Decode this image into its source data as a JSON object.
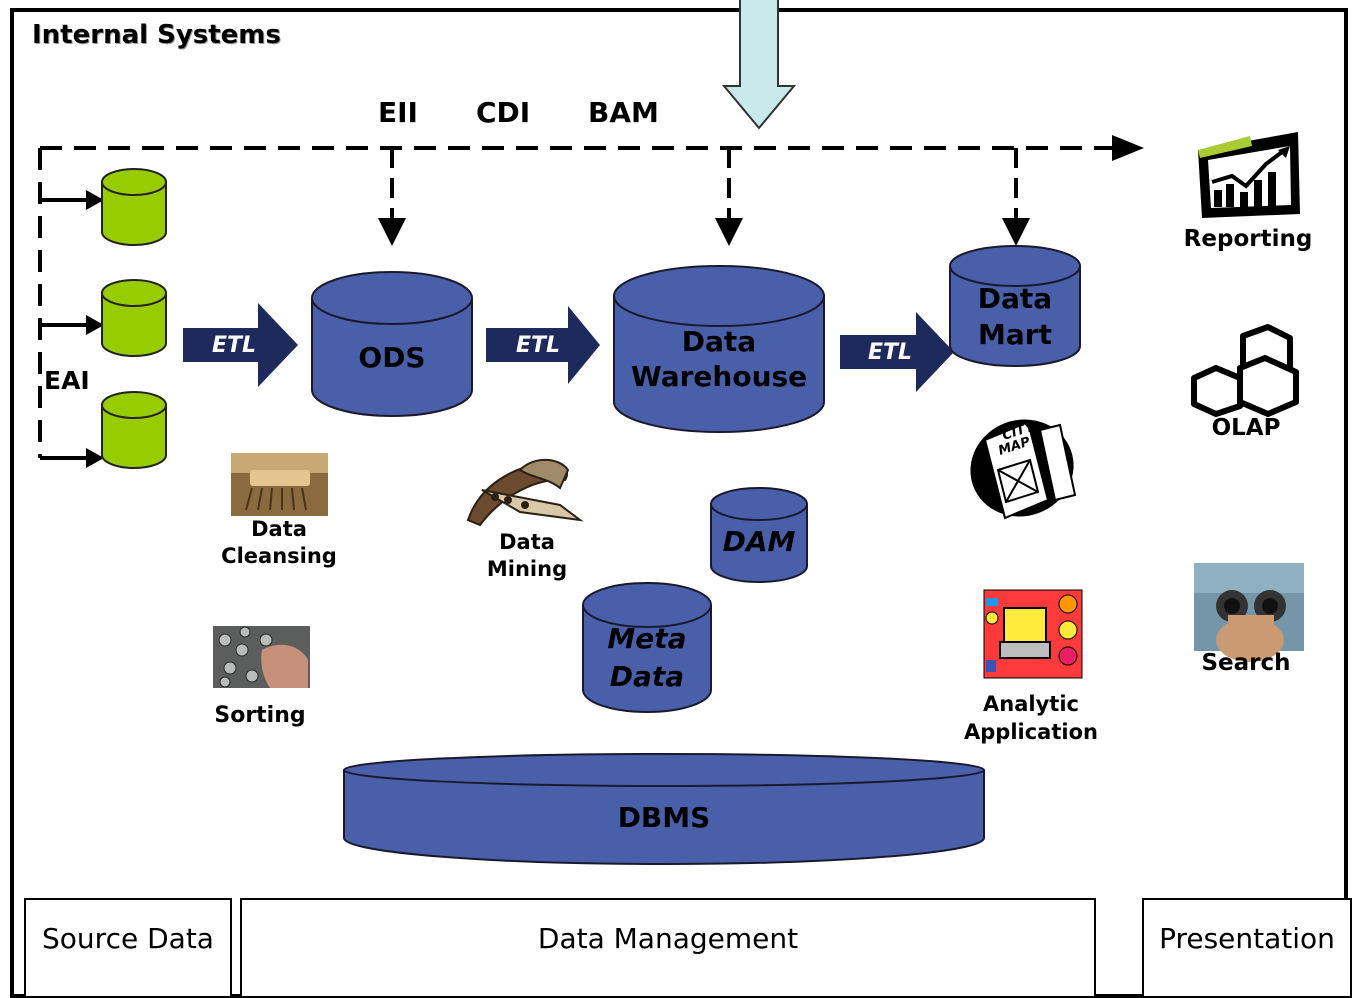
{
  "title": "Internal Systems",
  "integration_labels": [
    "EII",
    "CDI",
    "BAM"
  ],
  "eai_label": "EAI",
  "stores": {
    "ods": "ODS",
    "data_warehouse": [
      "Data",
      "Warehouse"
    ],
    "data_mart": [
      "Data",
      "Mart"
    ],
    "dam": "DAM",
    "meta_data": [
      "Meta",
      "Data"
    ],
    "dbms": "DBMS"
  },
  "etl_label": "ETL",
  "tools": {
    "data_cleansing": [
      "Data",
      "Cleansing"
    ],
    "data_mining": [
      "Data",
      "Mining"
    ],
    "sorting": "Sorting",
    "analytic_application": [
      "Analytic",
      "Application"
    ]
  },
  "presentation_items": {
    "reporting": "Reporting",
    "olap": "OLAP",
    "search": "Search"
  },
  "panels": {
    "source": "Source Data",
    "management": "Data Management",
    "presentation": "Presentation"
  },
  "colors": {
    "store_fill": "#4a5faa",
    "store_stroke": "#1a1a2e",
    "source_fill": "#99cc00",
    "etl_arrow": "#1f2a5c",
    "top_arrow": "#c9e9ea"
  },
  "icons": [
    "city-map-icon",
    "analytic-app-icon",
    "reporting-chart-icon",
    "olap-cubes-icon",
    "binoculars-icon",
    "brush-icon",
    "pickaxe-icon",
    "sorting-hand-icon"
  ]
}
